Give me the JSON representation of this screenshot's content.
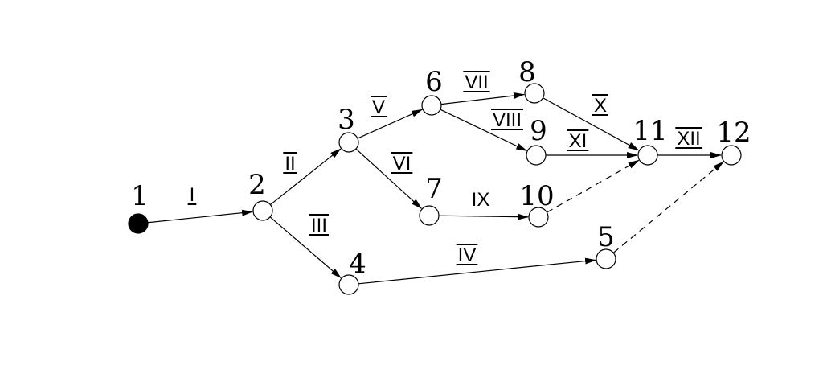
{
  "diagram": {
    "nodes": [
      {
        "id": "1",
        "label": "1",
        "start": true
      },
      {
        "id": "2",
        "label": "2"
      },
      {
        "id": "3",
        "label": "3"
      },
      {
        "id": "4",
        "label": "4"
      },
      {
        "id": "5",
        "label": "5"
      },
      {
        "id": "6",
        "label": "6"
      },
      {
        "id": "7",
        "label": "7"
      },
      {
        "id": "8",
        "label": "8"
      },
      {
        "id": "9",
        "label": "9"
      },
      {
        "id": "10",
        "label": "10"
      },
      {
        "id": "11",
        "label": "11"
      },
      {
        "id": "12",
        "label": "12"
      }
    ],
    "edges": [
      {
        "from": "1",
        "to": "2",
        "label": "I",
        "over": false,
        "under": true,
        "dashed": false
      },
      {
        "from": "2",
        "to": "3",
        "label": "II",
        "over": true,
        "under": true,
        "dashed": false
      },
      {
        "from": "2",
        "to": "4",
        "label": "III",
        "over": true,
        "under": true,
        "dashed": false
      },
      {
        "from": "4",
        "to": "5",
        "label": "IV",
        "over": true,
        "under": true,
        "dashed": false
      },
      {
        "from": "3",
        "to": "6",
        "label": "V",
        "over": true,
        "under": true,
        "dashed": false
      },
      {
        "from": "3",
        "to": "7",
        "label": "VI",
        "over": true,
        "under": true,
        "dashed": false
      },
      {
        "from": "6",
        "to": "8",
        "label": "VII",
        "over": true,
        "under": true,
        "dashed": false
      },
      {
        "from": "6",
        "to": "9",
        "label": "VIII",
        "over": true,
        "under": true,
        "dashed": false
      },
      {
        "from": "7",
        "to": "10",
        "label": "IX",
        "over": false,
        "under": false,
        "dashed": false
      },
      {
        "from": "8",
        "to": "11",
        "label": "X",
        "over": true,
        "under": true,
        "dashed": false
      },
      {
        "from": "9",
        "to": "11",
        "label": "XI",
        "over": true,
        "under": true,
        "dashed": false
      },
      {
        "from": "11",
        "to": "12",
        "label": "XII",
        "over": true,
        "under": true,
        "dashed": false
      },
      {
        "from": "10",
        "to": "11",
        "label": "",
        "over": false,
        "under": false,
        "dashed": true
      },
      {
        "from": "5",
        "to": "12",
        "label": "",
        "over": false,
        "under": false,
        "dashed": true
      }
    ]
  }
}
